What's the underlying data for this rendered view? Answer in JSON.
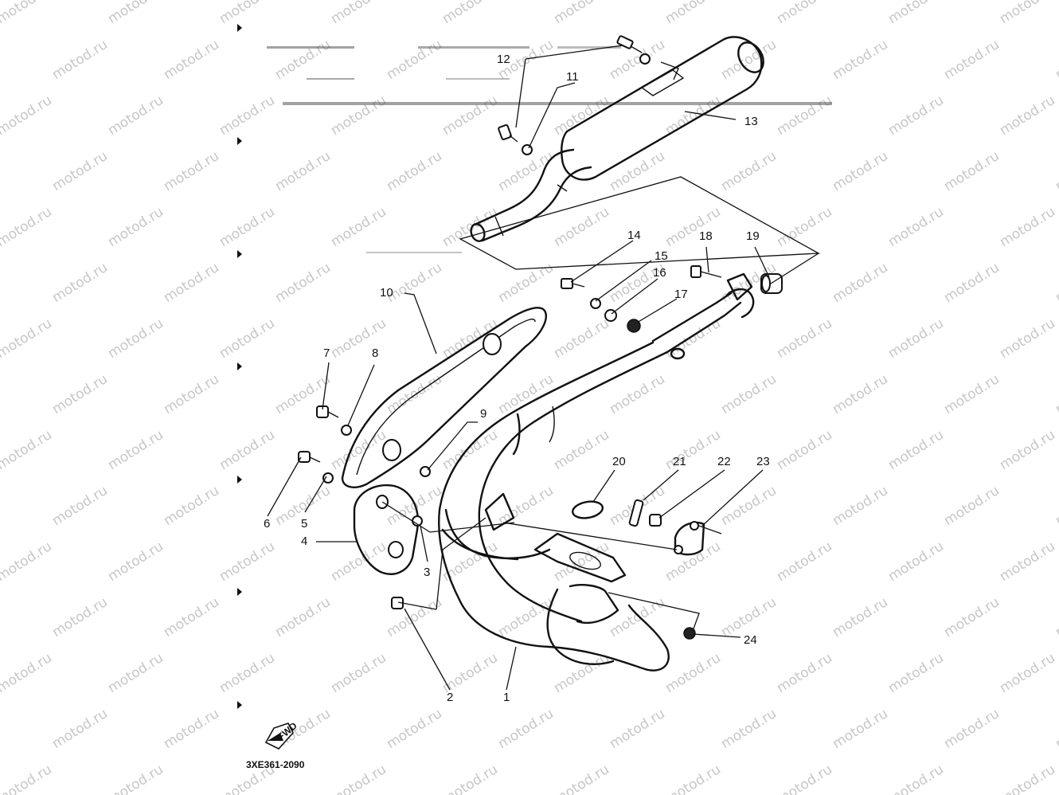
{
  "diagram": {
    "drawing_code": "3XE361-2090",
    "watermark": "motod.ru",
    "front_mark": "FWD",
    "callouts": [
      "1",
      "2",
      "3",
      "4",
      "5",
      "6",
      "7",
      "8",
      "9",
      "10",
      "11",
      "12",
      "13",
      "14",
      "15",
      "16",
      "17",
      "18",
      "19",
      "20",
      "21",
      "22",
      "23",
      "24"
    ]
  }
}
